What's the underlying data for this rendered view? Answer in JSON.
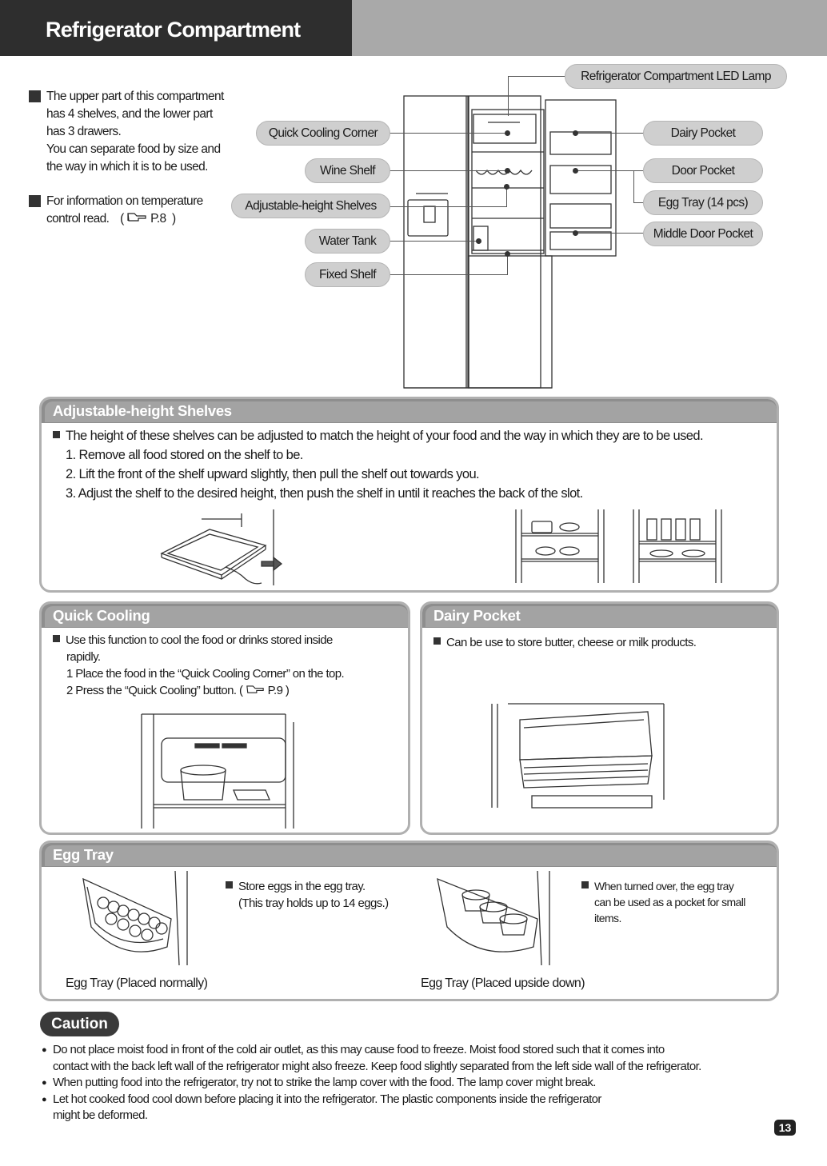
{
  "header": {
    "title": "Refrigerator Compartment"
  },
  "intro": {
    "para1": [
      "The upper part of this compartment",
      "has 4 shelves, and the lower part",
      "has 3 drawers.",
      "You can separate food by size and",
      "the way in which it is to be used."
    ],
    "para2": [
      "For information on temperature",
      "control read."
    ],
    "ref_icon": "pointing-hand-icon",
    "ref_page": "P.8"
  },
  "labels": {
    "led_lamp": "Refrigerator Compartment LED Lamp",
    "quick_cooling_corner": "Quick Cooling Corner",
    "wine_shelf": "Wine Shelf",
    "adjustable_shelves": "Adjustable-height Shelves",
    "water_tank": "Water Tank",
    "fixed_shelf": "Fixed Shelf",
    "dairy_pocket": "Dairy Pocket",
    "door_pocket": "Door Pocket",
    "egg_tray": "Egg Tray (14 pcs)",
    "middle_door_pocket": "Middle Door Pocket"
  },
  "adjustable": {
    "title": "Adjustable-height Shelves",
    "intro": "The height of these shelves can be adjusted to match the height of your food and the way in which they are to be used.",
    "steps": [
      "1. Remove all food stored on the shelf to be.",
      "2. Lift the front of the shelf upward slightly, then pull the shelf out towards you.",
      "3. Adjust the shelf to the desired height, then push the shelf in until it reaches the back of the slot."
    ]
  },
  "quick_cooling": {
    "title": "Quick Cooling",
    "intro": [
      "Use this function to cool the food or drinks stored inside",
      "rapidly."
    ],
    "step1": "1  Place the food in the “Quick Cooling Corner” on the top.",
    "step2": "2  Press the “Quick Cooling” button. (",
    "ref_page": "P.9"
  },
  "dairy": {
    "title": "Dairy Pocket",
    "text": "Can be use to store butter, cheese or milk products."
  },
  "egg_tray": {
    "title": "Egg Tray",
    "text1": [
      "Store eggs in the egg tray.",
      "(This tray holds up to 14 eggs.)"
    ],
    "text2": [
      "When turned over, the egg tray",
      "can be used as a pocket for small",
      "items."
    ],
    "caption1": "Egg Tray (Placed normally)",
    "caption2": "Egg Tray (Placed upside down)"
  },
  "caution": {
    "title": "Caution",
    "items": [
      [
        "Do not place moist food in front of the cold air outlet, as this may cause food to freeze. Moist food stored such that it comes into",
        "contact with the back left wall of the refrigerator might also freeze. Keep food slightly separated from the left side wall of the refrigerator."
      ],
      [
        "When putting food into the refrigerator, try not to strike the lamp cover with the food. The lamp cover might break."
      ],
      [
        "Let hot cooked food cool down before placing it into the refrigerator. The plastic components inside the refrigerator",
        "might be deformed."
      ]
    ]
  },
  "page_number": "13",
  "colors": {
    "header_dark": "#2e2e2e",
    "header_grey": "#a9a9a9",
    "section_head": "#a3a3a3",
    "pill": "#cfcfcf"
  }
}
